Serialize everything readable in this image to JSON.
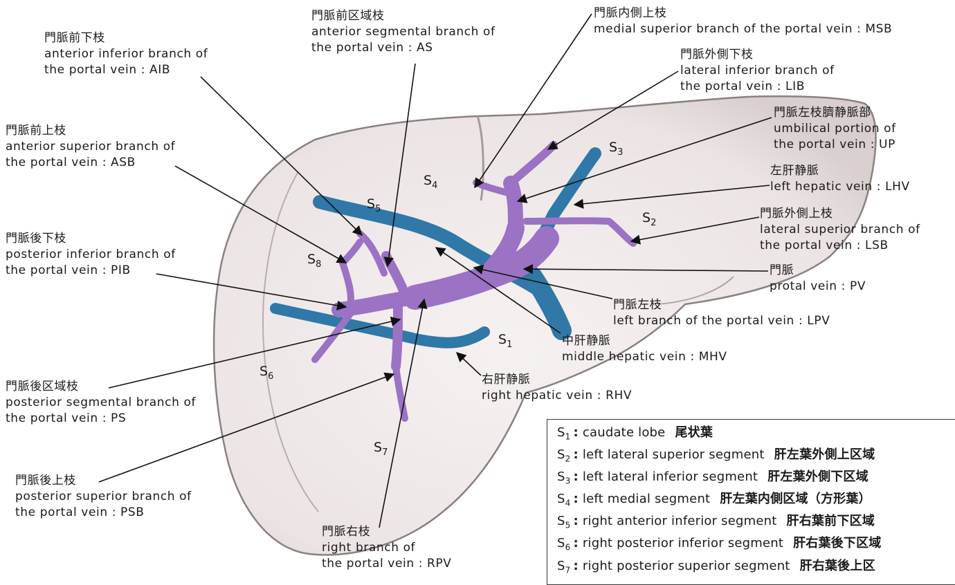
{
  "callouts": {
    "aib": {
      "jp": "門脈前下枝",
      "en1": "anterior inferior branch of",
      "en2": "the portal vein : AIB"
    },
    "as": {
      "jp": "門脈前区域枝",
      "en1": "anterior segmental branch of",
      "en2": "the portal vein : AS"
    },
    "msb": {
      "jp": "門脈内側上枝",
      "en1": "medial superior branch of the portal vein : MSB"
    },
    "lib": {
      "jp": "門脈外側下枝",
      "en1": "lateral inferior branch of",
      "en2": "the portal vein : LIB"
    },
    "up": {
      "jp": "門脈左枝臍静脈部",
      "en1": "umbilical portion of",
      "en2": "the portal vein : UP"
    },
    "lhv": {
      "jp": "左肝静脈",
      "en1": "left hepatic vein : LHV"
    },
    "lsb": {
      "jp": "門脈外側上枝",
      "en1": "lateral superior branch of",
      "en2": "the portal vein : LSB"
    },
    "pv": {
      "jp": "門脈",
      "en1": "protal vein : PV"
    },
    "lpv": {
      "jp": "門脈左枝",
      "en1": "left branch of the portal vein : LPV"
    },
    "mhv": {
      "jp": "中肝静脈",
      "en1": "middle hepatic vein : MHV"
    },
    "rhv": {
      "jp": "右肝静脈",
      "en1": "right hepatic vein : RHV"
    },
    "asb": {
      "jp": "門脈前上枝",
      "en1": "anterior superior branch of",
      "en2": "the portal vein : ASB"
    },
    "pib": {
      "jp": "門脈後下枝",
      "en1": "posterior inferior branch of",
      "en2": "the portal vein : PIB"
    },
    "ps": {
      "jp": "門脈後区域枝",
      "en1": "posterior segmental branch of",
      "en2": "the portal vein : PS"
    },
    "psb": {
      "jp": "門脈後上枝",
      "en1": "posterior superior branch of",
      "en2": "the portal vein : PSB"
    },
    "rpv": {
      "jp": "門脈右枝",
      "en1": "right branch of",
      "en2": "the portal vein : RPV"
    }
  },
  "segments": {
    "s1": {
      "letter": "S",
      "num": "1"
    },
    "s2": {
      "letter": "S",
      "num": "2"
    },
    "s3": {
      "letter": "S",
      "num": "3"
    },
    "s4": {
      "letter": "S",
      "num": "4"
    },
    "s5": {
      "letter": "S",
      "num": "5"
    },
    "s6": {
      "letter": "S",
      "num": "6"
    },
    "s7": {
      "letter": "S",
      "num": "7"
    },
    "s8": {
      "letter": "S",
      "num": "8"
    }
  },
  "legend": [
    {
      "letter": "S",
      "num": "1",
      "colon": ":",
      "en": "caudate lobe",
      "jp": "尾状葉"
    },
    {
      "letter": "S",
      "num": "2",
      "colon": ":",
      "en": "left lateral superior segment",
      "jp": "肝左葉外側上区域"
    },
    {
      "letter": "S",
      "num": "3",
      "colon": ":",
      "en": "left lateral inferior segment",
      "jp": "肝左葉外側下区域"
    },
    {
      "letter": "S",
      "num": "4",
      "colon": ":",
      "en": "left medial segment",
      "jp": "肝左葉内側区域（方形葉）"
    },
    {
      "letter": "S",
      "num": "5",
      "colon": ":",
      "en": "right anterior inferior segment",
      "jp": "肝右葉前下区域"
    },
    {
      "letter": "S",
      "num": "6",
      "colon": ":",
      "en": "right posterior inferior segment",
      "jp": "肝右葉後下区域"
    },
    {
      "letter": "S",
      "num": "7",
      "colon": ":",
      "en": "right posterior superior segment",
      "jp": "肝右葉後上区"
    }
  ],
  "colors": {
    "liver": "#f2ecec",
    "liver_outline": "#8a8080",
    "portal_vein": "#9b72c4",
    "hepatic_vein": "#2f78a8",
    "line": "#111111"
  }
}
